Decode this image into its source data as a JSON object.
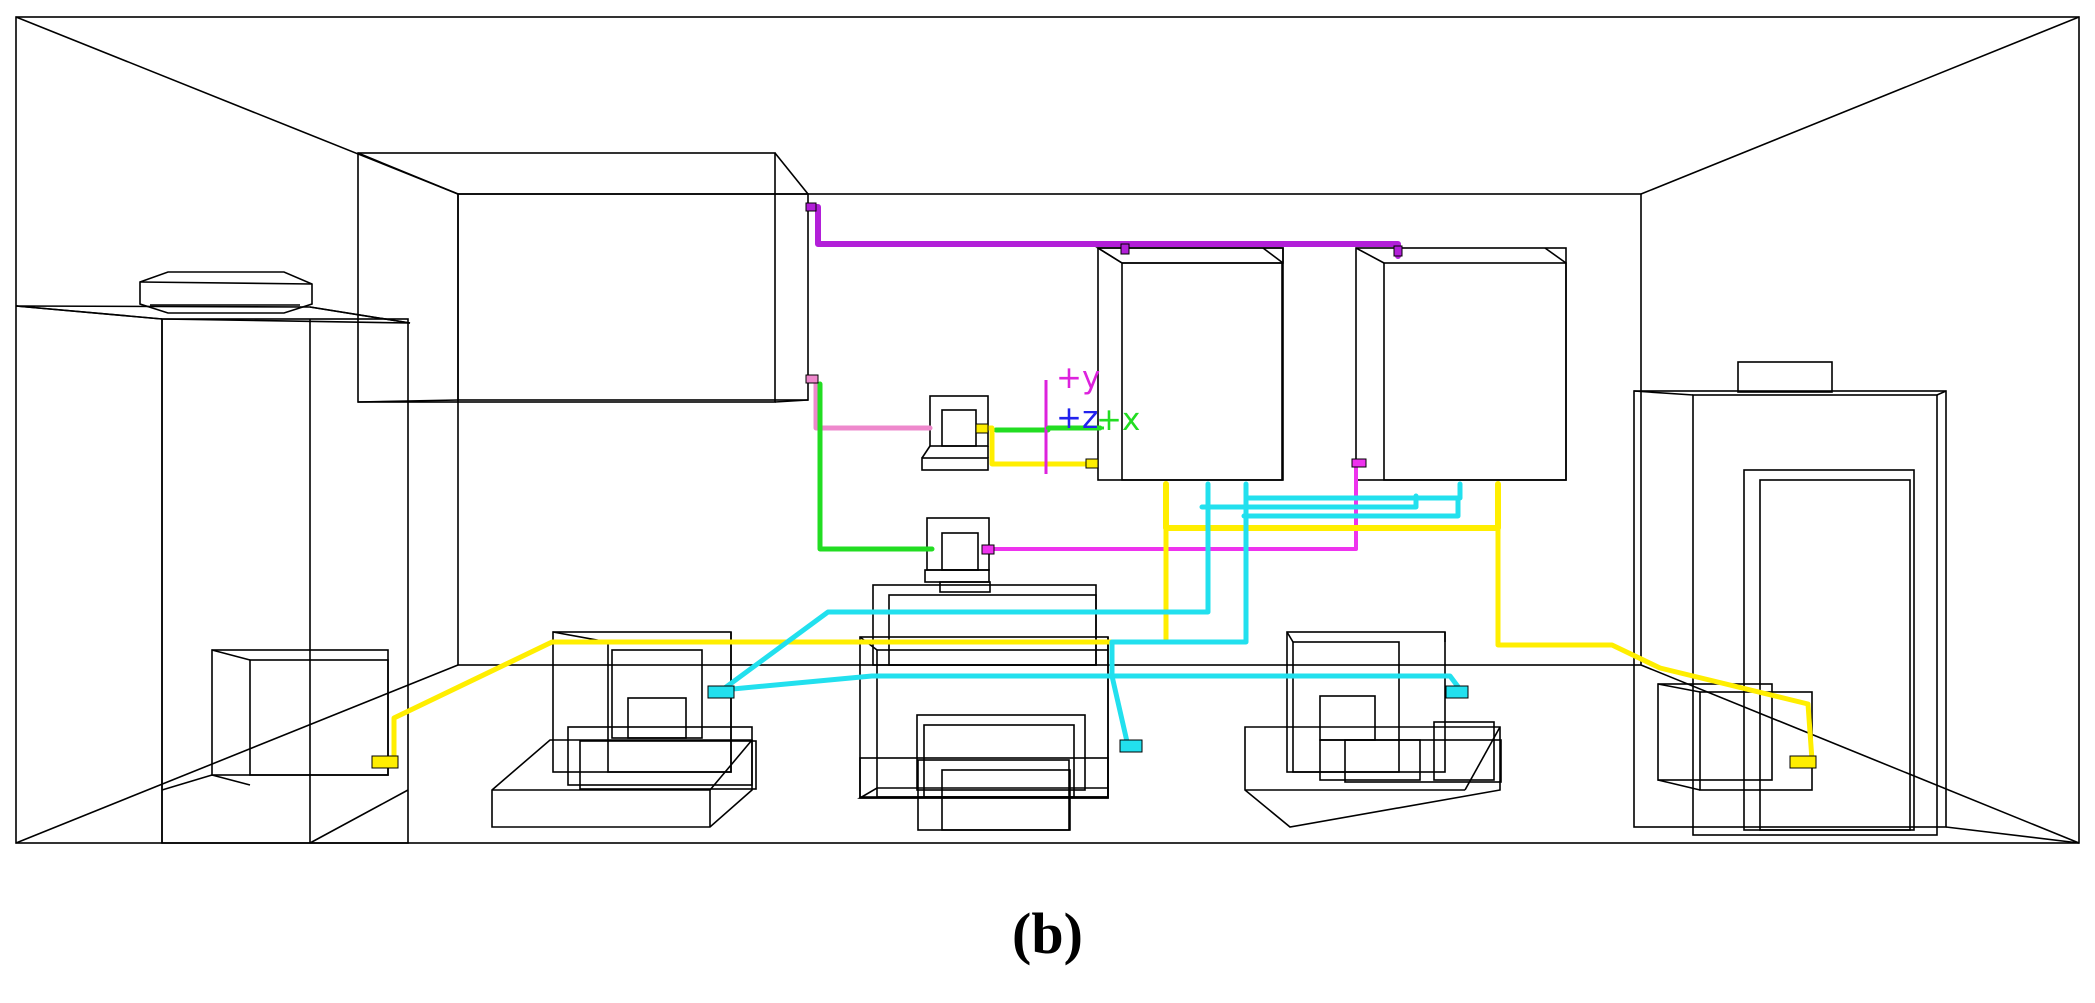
{
  "axes": {
    "x_label": "+x",
    "y_label": "+y",
    "z_label": "+z",
    "x_color": "#22dd22",
    "y_color": "#dd22dd",
    "z_color": "#2222ee"
  },
  "caption": "(b)",
  "colors": {
    "wire": "#000000",
    "pipe_purple": "#b21fd8",
    "pipe_magenta": "#ee33ee",
    "pipe_pink": "#ee88cc",
    "pipe_green": "#22dd22",
    "pipe_yellow": "#ffee00",
    "pipe_cyan": "#22e0ee"
  }
}
